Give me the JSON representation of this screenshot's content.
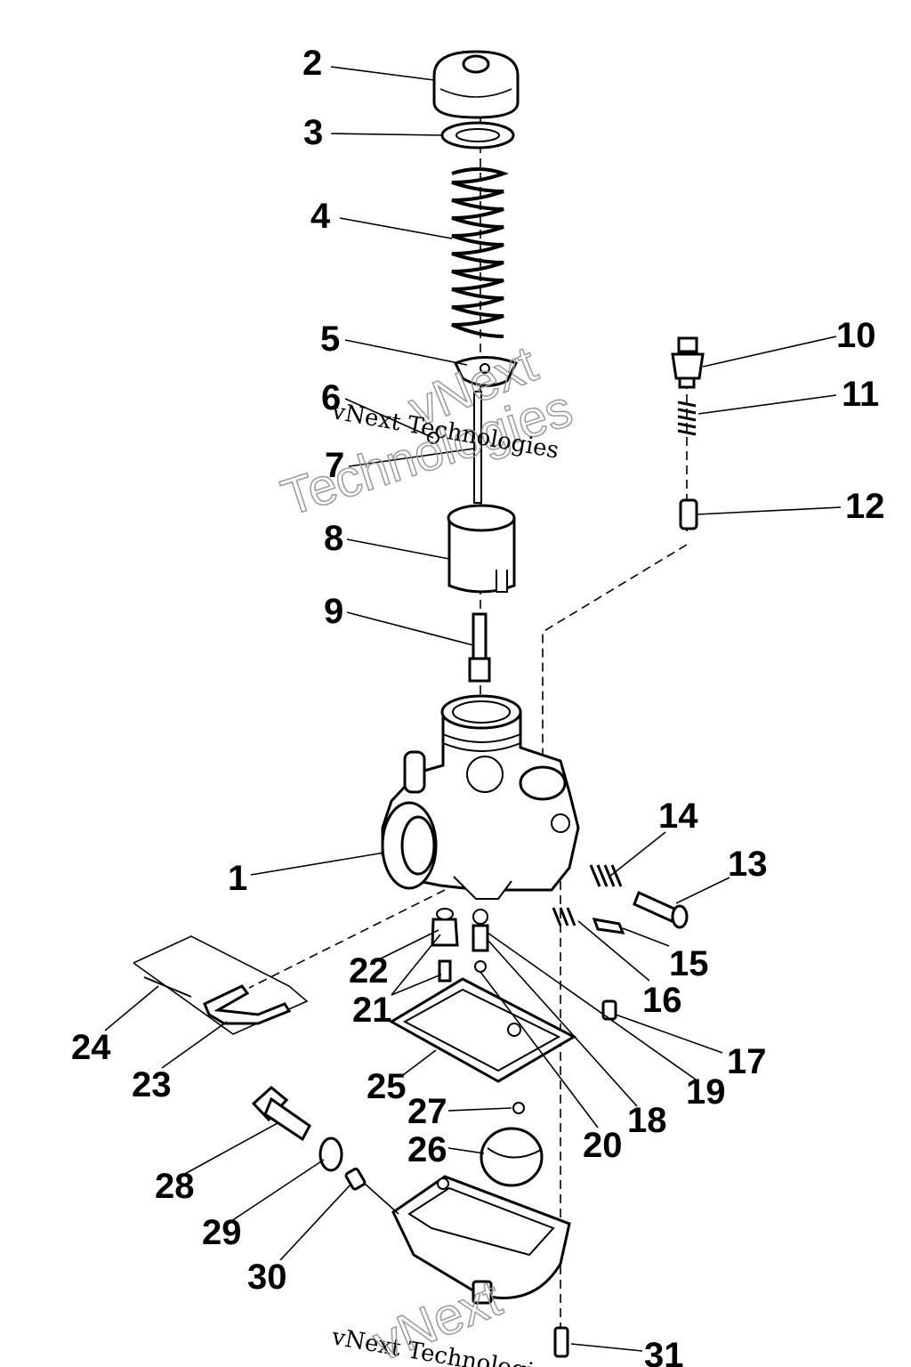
{
  "callouts": [
    "1",
    "2",
    "3",
    "4",
    "5",
    "6",
    "7",
    "8",
    "9",
    "10",
    "11",
    "12",
    "13",
    "14",
    "15",
    "16",
    "17",
    "18",
    "19",
    "20",
    "21",
    "22",
    "23",
    "24",
    "25",
    "26",
    "27",
    "28",
    "29",
    "30",
    "31"
  ],
  "watermark": {
    "company": "vNext Technologies",
    "word1": "vNext",
    "word2": "Technologies"
  }
}
